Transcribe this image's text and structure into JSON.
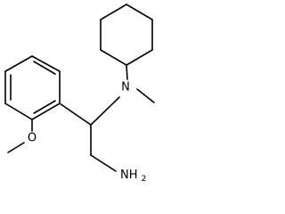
{
  "molecule": {
    "atoms": {
      "nitrogen_amine": "N",
      "oxygen_methoxy": "O",
      "amine_nh2": "NH",
      "amine_subscript": "2"
    }
  }
}
